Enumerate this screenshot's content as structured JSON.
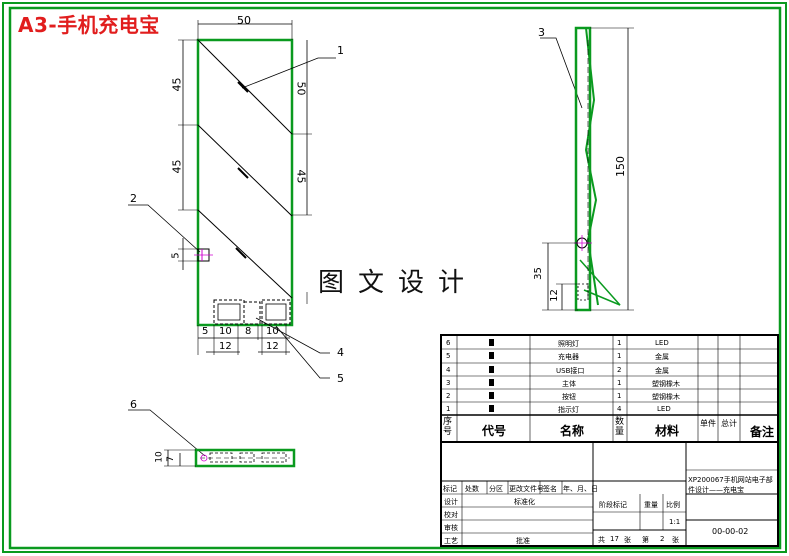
{
  "title": "A3-手机充电宝",
  "watermark": "图文设计",
  "front_view": {
    "dims": {
      "width_top": "50",
      "left_a": "45",
      "left_b": "45",
      "left_c": "5",
      "right_a": "50",
      "right_b": "45"
    },
    "bottom_dims": {
      "d1": "5",
      "d2": "10",
      "d3": "8",
      "d4": "10",
      "d5": "12",
      "d6": "12"
    }
  },
  "side_view": {
    "dims": {
      "height": "150",
      "d35": "35",
      "d12": "12"
    }
  },
  "bottom_view": {
    "dims": {
      "d10": "10",
      "d7": "7"
    }
  },
  "balloons": [
    "1",
    "2",
    "3",
    "4",
    "5",
    "6"
  ],
  "bom": {
    "rows": [
      {
        "no": "6",
        "name": "照明灯",
        "qty": "1",
        "material": "LED"
      },
      {
        "no": "5",
        "name": "充电器",
        "qty": "1",
        "material": "金属"
      },
      {
        "no": "4",
        "name": "USB接口",
        "qty": "2",
        "material": "金属"
      },
      {
        "no": "3",
        "name": "主体",
        "qty": "1",
        "material": "塑钢橡木"
      },
      {
        "no": "2",
        "name": "按钮",
        "qty": "1",
        "material": "塑钢橡木"
      },
      {
        "no": "1",
        "name": "指示灯",
        "qty": "4",
        "material": "LED"
      }
    ],
    "header": {
      "no": "序号",
      "code": "代号",
      "name": "名称",
      "qty": "数量",
      "material": "材料",
      "unit": "单件",
      "total": "总计",
      "remark": "备注"
    }
  },
  "title_block": {
    "project": "XP200067手机网站电子部件设计——充电宝",
    "drawing_no": "00-00-02",
    "scale": "1:1",
    "labels": {
      "mark": "标记",
      "count": "处数",
      "zone": "分区",
      "doc": "更改文件号",
      "sign": "签名",
      "date": "年、月、日",
      "design": "设计",
      "standard": "标准化",
      "check": "校对",
      "review": "审核",
      "process": "工艺",
      "approve": "批准",
      "stage": "阶段标记",
      "weight": "重量",
      "ratio": "比例",
      "total_label": "共",
      "total_sheets": "17",
      "sheet_unit": "张",
      "of_label": "第",
      "sheet_no": "2",
      "of_unit": "张"
    }
  },
  "colors": {
    "line": "#000000",
    "outline": "#0a9a1f",
    "accent": "#e11d1d",
    "magenta": "#d000d0"
  }
}
